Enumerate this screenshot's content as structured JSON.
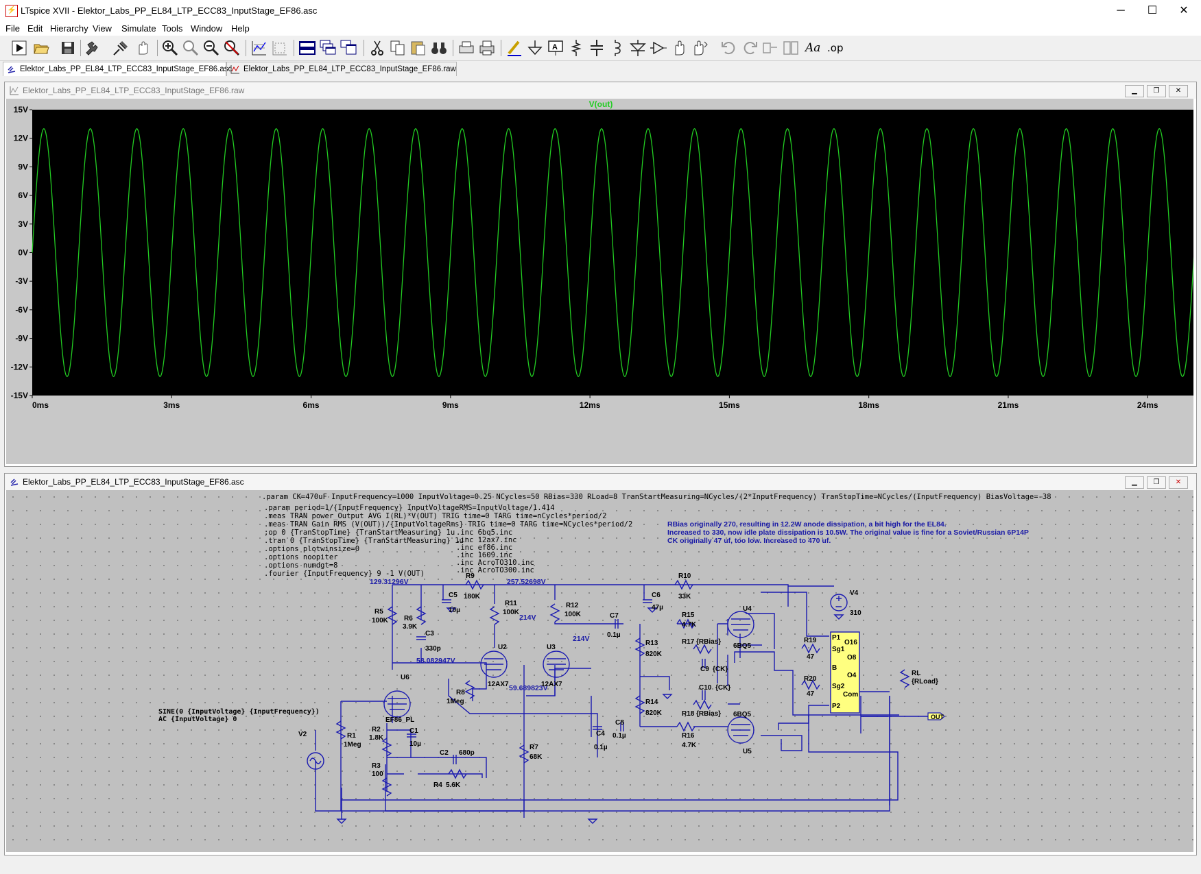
{
  "window": {
    "title": "LTspice XVII - Elektor_Labs_PP_EL84_LTP_ECC83_InputStage_EF86.asc",
    "minimize": "─",
    "maximize": "☐",
    "close": "✕"
  },
  "menu": [
    "File",
    "Edit",
    "Hierarchy",
    "View",
    "Simulate",
    "Tools",
    "Window",
    "Help"
  ],
  "toolbar_icons": [
    "run-icon",
    "open-icon",
    "save-icon",
    "control-panel-icon",
    "probe-icon",
    "pan-icon",
    "zoom-in-icon",
    "zoom-area-icon",
    "zoom-out-icon",
    "zoom-fit-icon",
    "autorange-icon",
    "waveform-icon",
    "tile-horizontal-icon",
    "cascade-icon",
    "tile-vertical-icon",
    "cut-icon",
    "copy-icon",
    "paste-icon",
    "find-icon",
    "print-setup-icon",
    "print-icon",
    "wire-icon",
    "ground-icon",
    "label-net-icon",
    "resistor-icon",
    "capacitor-icon",
    "inductor-icon",
    "diode-icon",
    "component-icon",
    "move-icon",
    "drag-icon",
    "undo-icon",
    "redo-icon",
    "rotate-icon",
    "mirror-icon",
    "text-icon",
    "spice-directive-icon"
  ],
  "toolbar_text": {
    "text_tool": "Aa",
    "spice_directive": ".op"
  },
  "tabs": [
    {
      "label": "Elektor_Labs_PP_EL84_LTP_ECC83_InputStage_EF86.asc",
      "active": true
    },
    {
      "label": "Elektor_Labs_PP_EL84_LTP_ECC83_InputStage_EF86.raw",
      "active": false
    }
  ],
  "plot_window": {
    "title": "Elektor_Labs_PP_EL84_LTP_ECC83_InputStage_EF86.raw",
    "trace_color": "#22cc22",
    "background": "#000000"
  },
  "chart_data": {
    "type": "line",
    "title": "V(out)",
    "xlabel": "",
    "ylabel": "",
    "x_ticks": [
      "0ms",
      "3ms",
      "6ms",
      "9ms",
      "12ms",
      "15ms",
      "18ms",
      "21ms",
      "24ms"
    ],
    "y_ticks": [
      "15V",
      "12V",
      "9V",
      "6V",
      "3V",
      "0V",
      "-3V",
      "-6V",
      "-9V",
      "-12V",
      "-15V"
    ],
    "xlim": [
      0,
      25
    ],
    "ylim": [
      -15,
      15
    ],
    "grid": false,
    "series": [
      {
        "name": "V(out)",
        "waveform": "sine",
        "amplitude": 13,
        "frequency_hz": 1000,
        "offset": 0
      }
    ]
  },
  "schematic_window": {
    "title": "Elektor_Labs_PP_EL84_LTP_ECC83_InputStage_EF86.asc",
    "directives": [
      ".param CK=470uF InputFrequency=1000 InputVoltage=0.25 NCycles=50 RBias=330 RLoad=8 TranStartMeasuring=NCycles/(2*InputFrequency) TranStopTime=NCycles/(InputFrequency) BiasVoltage=-38",
      ".param period=1/{InputFrequency} InputVoltageRMS=InputVoltage/1.414",
      ".meas TRAN power_Output AVG I(RL)*V(OUT) TRIG time=0 TARG time=nCycles*period/2",
      ".meas TRAN Gain RMS (V(OUT))/{InputVoltageRms} TRIG time=0 TARG time=NCycles*period/2",
      ";op 0 {TranStopTime} {TranStartMeasuring} 1u",
      ".tran 0 {TranStopTime} {TranStartMeasuring} 1u",
      ".options plotwinsize=0",
      ".options noopiter",
      ".options numdgt=8",
      ".fourier {InputFrequency} 9 -1 V(OUT)"
    ],
    "includes": [
      ".inc 6bq5.inc",
      ".inc 12ax7.inc",
      ".inc ef86.inc",
      ".inc 1609.inc",
      ".inc AcroTO310.inc",
      ".inc AcroTO300.inc"
    ],
    "comment": [
      "RBias originally 270, resulting in 12.2W anode dissipation, a bit high for the EL84.",
      "Increased to 330, now idle plate dissipation is 10.5W. The original value is fine for a Soviet/Russian 6P14P",
      "CK originally 47 uf, too low. Increased to 470 uf."
    ],
    "source_text": [
      "SINE(0 {InputVoltage} {InputFrequency})",
      "AC {InputVoltage} 0"
    ],
    "node_voltages": [
      "129.31296V",
      "257.52698V",
      "214V",
      "214V",
      "58.082947V",
      "59.689823V"
    ],
    "components": {
      "R9": [
        "R9",
        "180K"
      ],
      "R10": [
        "R10",
        "33K"
      ],
      "R5": [
        "R5",
        "100K"
      ],
      "R6": [
        "R6",
        "3.9K"
      ],
      "C5": [
        "C5",
        "10µ"
      ],
      "C6": [
        "C6",
        "47µ"
      ],
      "C3": [
        "C3",
        "330p"
      ],
      "R11": [
        "R11",
        "100K"
      ],
      "R12": [
        "R12",
        "100K"
      ],
      "C7": [
        "C7",
        "0.1µ"
      ],
      "R15": [
        "R15",
        "4.7K"
      ],
      "R13": [
        "R13",
        "820K"
      ],
      "R17": [
        "R17",
        "{RBias}"
      ],
      "C9": [
        "C9",
        "{CK}"
      ],
      "C10": [
        "C10",
        "{CK}"
      ],
      "R14": [
        "R14",
        "820K"
      ],
      "R18": [
        "R18",
        "{RBias}"
      ],
      "R16": [
        "R16",
        "4.7K"
      ],
      "C8": [
        "C8",
        "0.1µ"
      ],
      "C4": [
        "C4",
        "0.1µ"
      ],
      "R7": [
        "R7",
        "68K"
      ],
      "R8": [
        "R8",
        "1Meg"
      ],
      "R1": [
        "R1",
        "1Meg"
      ],
      "R2": [
        "R2",
        "1.8K"
      ],
      "R3": [
        "R3",
        "100"
      ],
      "C1": [
        "C1",
        "10µ"
      ],
      "C2": [
        "C2",
        "680p"
      ],
      "R4": [
        "R4",
        "5.6K"
      ],
      "R19": [
        "R19",
        "47"
      ],
      "R20": [
        "R20",
        "47"
      ],
      "RL": [
        "RL",
        "{RLoad}"
      ],
      "V4": [
        "V4",
        "310"
      ],
      "V2": [
        "V2",
        ""
      ]
    },
    "tubes": {
      "U2": [
        "U2",
        "12AX7"
      ],
      "U3": [
        "U3",
        "12AX7"
      ],
      "U4": [
        "U4",
        "6BQ5"
      ],
      "U5": [
        "U5",
        "6BQ5"
      ],
      "U6": [
        "U6",
        "EF86_PL"
      ]
    },
    "transformer": {
      "pins": [
        "P1",
        "Sg1",
        "B",
        "Sg2",
        "Com",
        "P2",
        "O16",
        "O8",
        "O4"
      ]
    },
    "out_label": "OUT"
  }
}
